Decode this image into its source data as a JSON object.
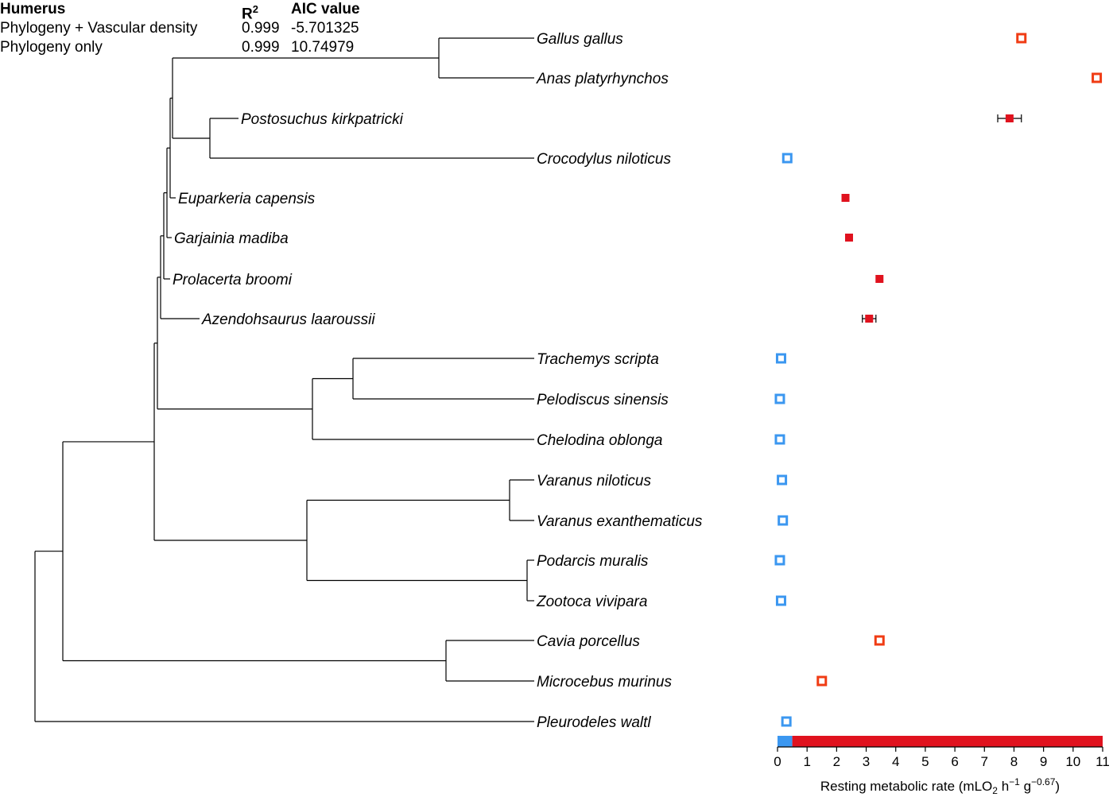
{
  "stats_table": {
    "headers": {
      "model": "Humerus",
      "r2": "R",
      "r2_sup": "2",
      "aic": "AIC value"
    },
    "rows": [
      {
        "model": "Phylogeny + Vascular density",
        "r2": "0.999",
        "aic": "-5.701325"
      },
      {
        "model": "Phylogeny only",
        "r2": "0.999",
        "aic": "10.74979"
      }
    ]
  },
  "chart_data": {
    "type": "scatter",
    "title": "",
    "xlabel": "Resting metabolic rate (mLO",
    "xlabel_sub": "2",
    "xlabel_mid": " h",
    "xlabel_sup1": "−1",
    "xlabel_mid2": " g",
    "xlabel_sup2": "−0.67",
    "xlabel_end": ")",
    "xlim": [
      0,
      11
    ],
    "xticks": [
      "0",
      "1",
      "2",
      "3",
      "4",
      "5",
      "6",
      "7",
      "8",
      "9",
      "10",
      "11"
    ],
    "colors": {
      "ectotherm": "#3b97f0",
      "endotherm": "#f03c14",
      "estimated": "#e0121e",
      "errorbar": "#000000"
    },
    "colorbar": {
      "split": 0.5,
      "low_color": "#3b97f0",
      "high_color": "#e0121e"
    },
    "taxa": [
      {
        "name": "Gallus gallus",
        "value": 8.25,
        "kind": "endotherm"
      },
      {
        "name": "Anas platyrhynchos",
        "value": 10.8,
        "kind": "endotherm"
      },
      {
        "name": "Postosuchus kirkpatricki",
        "value": 7.85,
        "kind": "estimated",
        "err": [
          7.45,
          8.25
        ]
      },
      {
        "name": "Crocodylus niloticus",
        "value": 0.33,
        "kind": "ectotherm"
      },
      {
        "name": "Euparkeria capensis",
        "value": 2.3,
        "kind": "estimated",
        "err": [
          2.22,
          2.38
        ]
      },
      {
        "name": "Garjainia madiba",
        "value": 2.42,
        "kind": "estimated",
        "err": [
          2.34,
          2.5
        ]
      },
      {
        "name": "Prolacerta broomi",
        "value": 3.45,
        "kind": "estimated",
        "err": [
          3.37,
          3.53
        ]
      },
      {
        "name": "Azendohsaurus laaroussii",
        "value": 3.1,
        "kind": "estimated",
        "err": [
          2.87,
          3.33
        ]
      },
      {
        "name": "Trachemys scripta",
        "value": 0.12,
        "kind": "ectotherm"
      },
      {
        "name": "Pelodiscus sinensis",
        "value": 0.08,
        "kind": "ectotherm"
      },
      {
        "name": "Chelodina oblonga",
        "value": 0.08,
        "kind": "ectotherm"
      },
      {
        "name": "Varanus niloticus",
        "value": 0.15,
        "kind": "ectotherm"
      },
      {
        "name": "Varanus exanthematicus",
        "value": 0.18,
        "kind": "ectotherm"
      },
      {
        "name": "Podarcis muralis",
        "value": 0.08,
        "kind": "ectotherm"
      },
      {
        "name": "Zootoca vivipara",
        "value": 0.12,
        "kind": "ectotherm"
      },
      {
        "name": "Cavia porcellus",
        "value": 3.45,
        "kind": "endotherm"
      },
      {
        "name": "Microcebus murinus",
        "value": 1.5,
        "kind": "endotherm"
      },
      {
        "name": "Pleurodeles waltl",
        "value": 0.3,
        "kind": "ectotherm"
      }
    ]
  }
}
